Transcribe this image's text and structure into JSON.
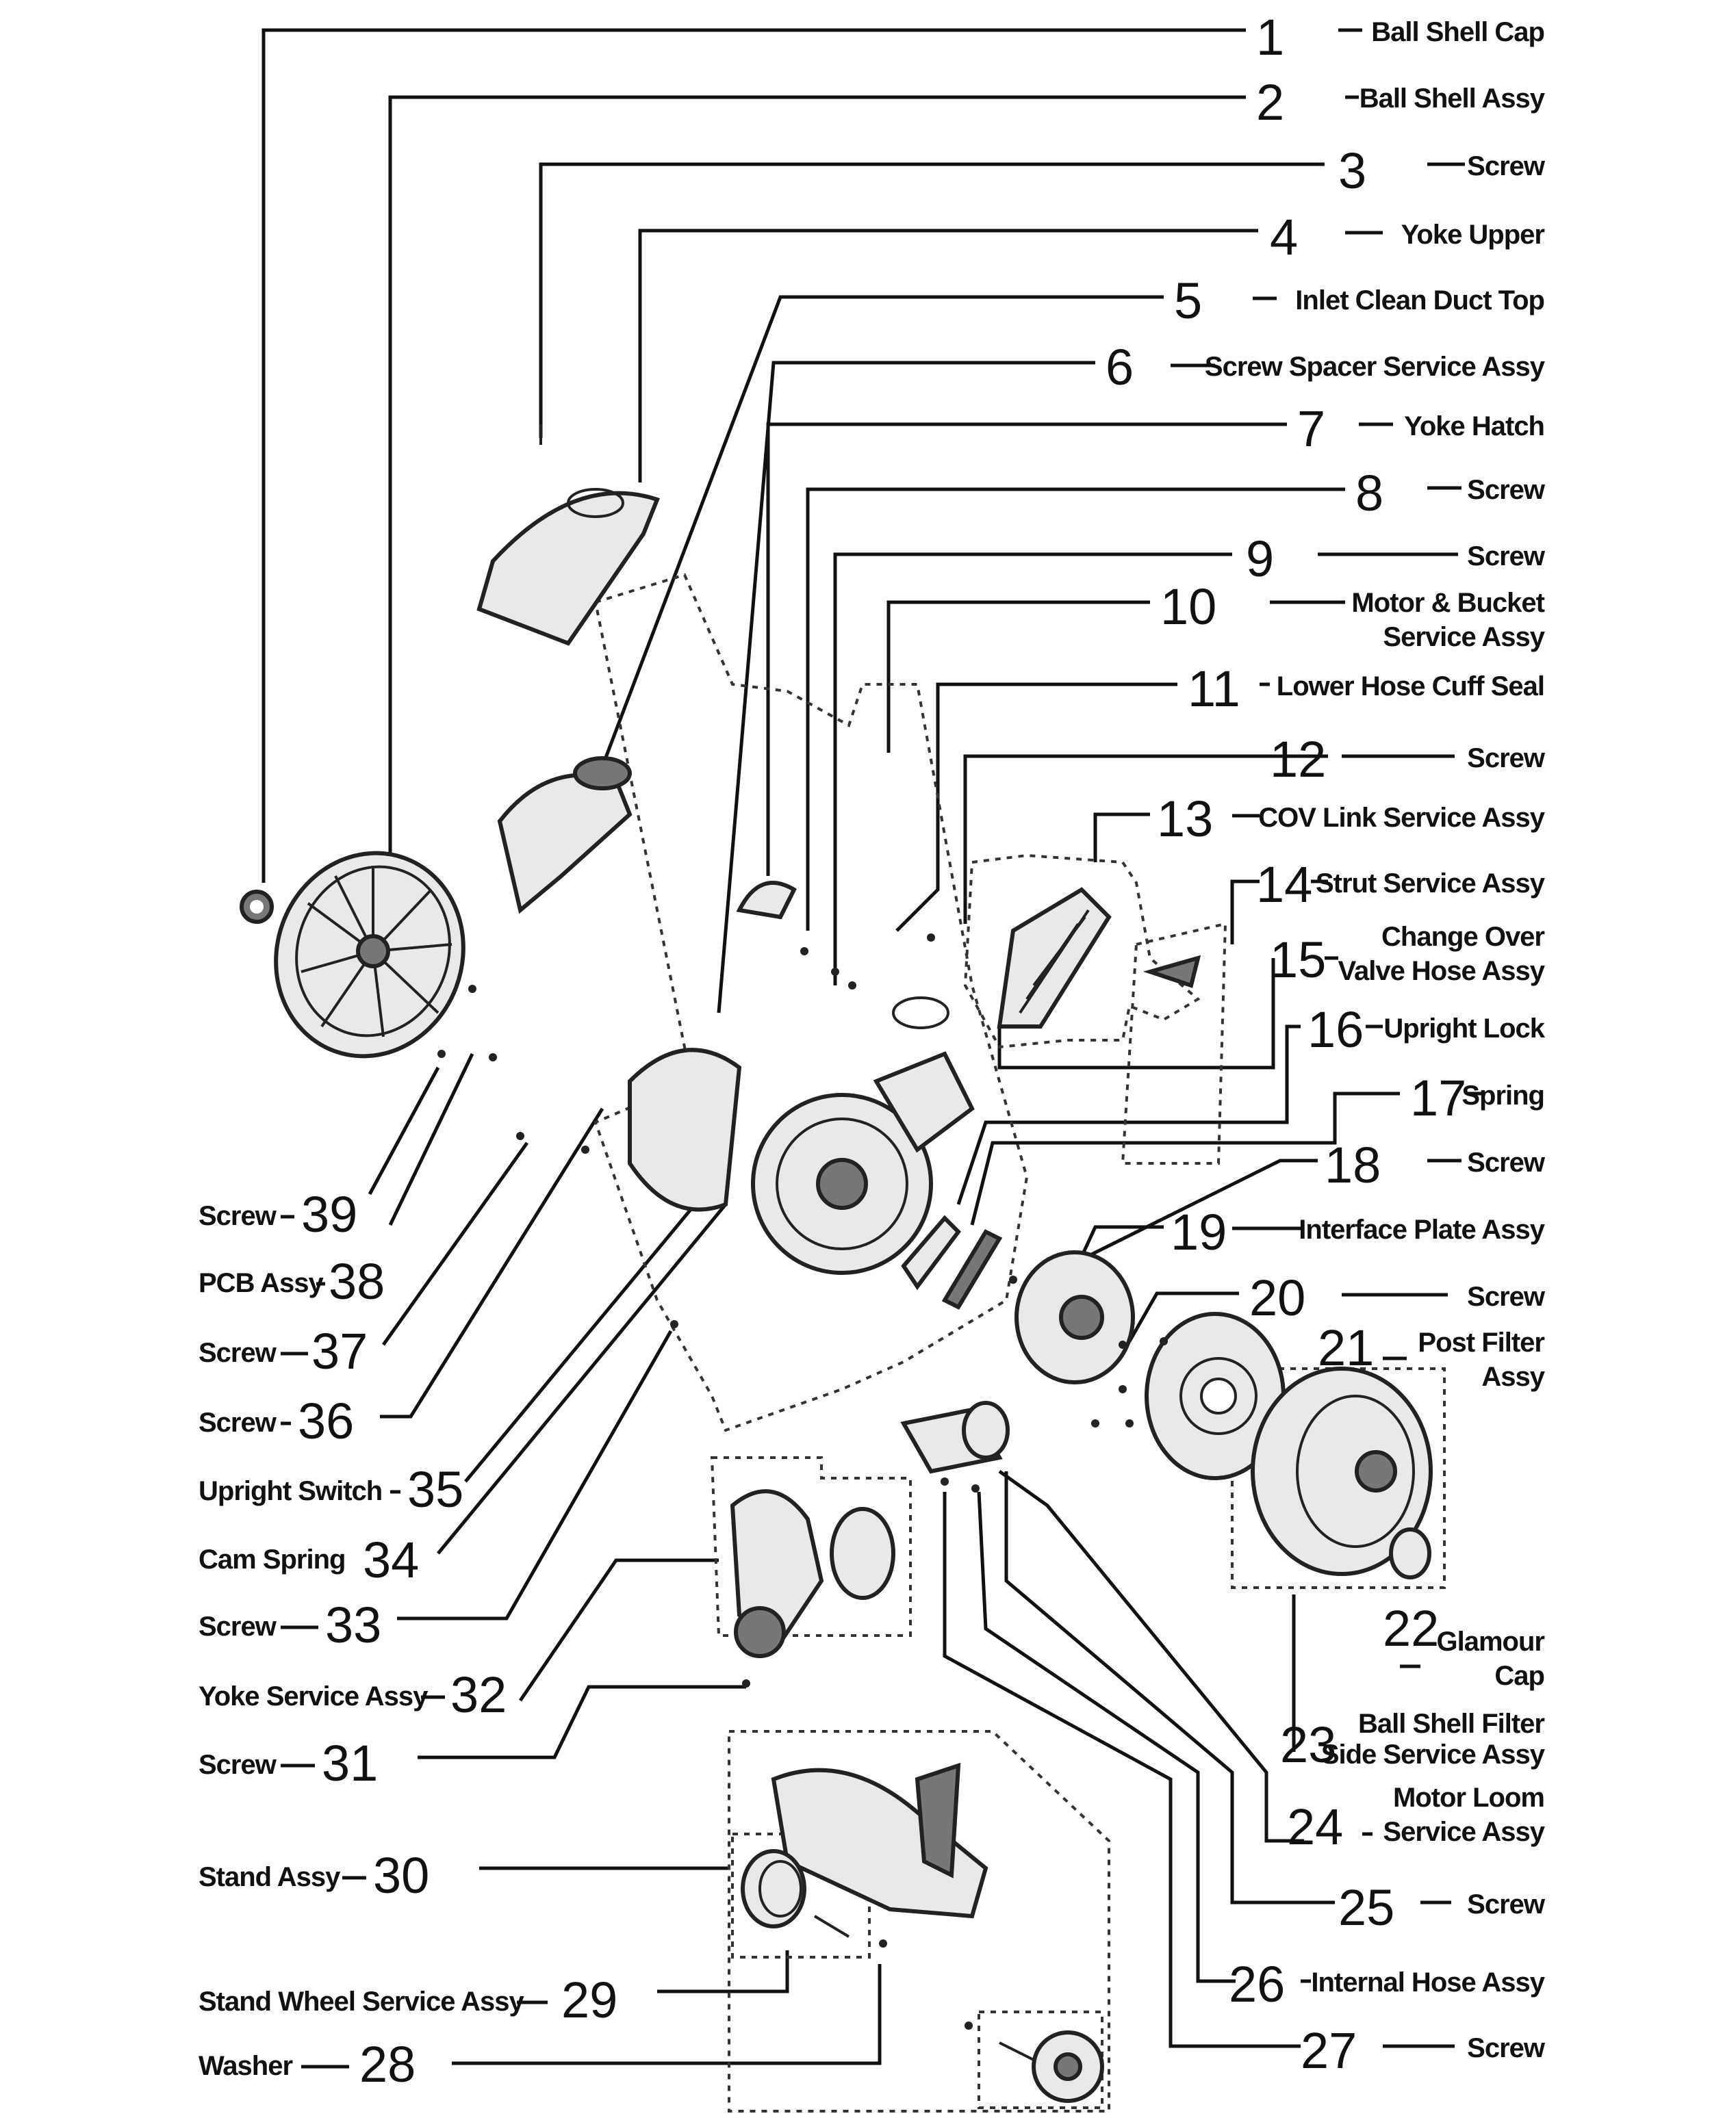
{
  "parts": [
    {
      "num": "1",
      "label": "Ball Shell Cap"
    },
    {
      "num": "2",
      "label": "Ball Shell Assy"
    },
    {
      "num": "3",
      "label": "Screw"
    },
    {
      "num": "4",
      "label": "Yoke Upper"
    },
    {
      "num": "5",
      "label": "Inlet Clean Duct Top"
    },
    {
      "num": "6",
      "label": "Screw Spacer Service Assy"
    },
    {
      "num": "7",
      "label": "Yoke Hatch"
    },
    {
      "num": "8",
      "label": "Screw"
    },
    {
      "num": "9",
      "label": "Screw"
    },
    {
      "num": "10",
      "label": [
        "Motor & Bucket",
        "Service Assy"
      ]
    },
    {
      "num": "11",
      "label": "Lower Hose Cuff Seal"
    },
    {
      "num": "12",
      "label": "Screw"
    },
    {
      "num": "13",
      "label": "COV Link Service Assy"
    },
    {
      "num": "14",
      "label": "Strut Service Assy"
    },
    {
      "num": "15",
      "label": [
        "Change Over",
        "Valve Hose Assy"
      ]
    },
    {
      "num": "16",
      "label": "Upright Lock"
    },
    {
      "num": "17",
      "label": "Spring"
    },
    {
      "num": "18",
      "label": "Screw"
    },
    {
      "num": "19",
      "label": "Interface Plate Assy"
    },
    {
      "num": "20",
      "label": "Screw"
    },
    {
      "num": "21",
      "label": [
        "Post Filter",
        "Assy"
      ]
    },
    {
      "num": "22",
      "label": [
        "Glamour",
        "Cap"
      ]
    },
    {
      "num": "23",
      "label": [
        "Ball Shell Filter",
        "Side Service Assy"
      ]
    },
    {
      "num": "24",
      "label": [
        "Motor Loom",
        "Service Assy"
      ]
    },
    {
      "num": "25",
      "label": "Screw"
    },
    {
      "num": "26",
      "label": "Internal Hose Assy"
    },
    {
      "num": "27",
      "label": "Screw"
    },
    {
      "num": "28",
      "label": "Washer"
    },
    {
      "num": "29",
      "label": "Stand Wheel Service Assy"
    },
    {
      "num": "30",
      "label": "Stand Assy"
    },
    {
      "num": "31",
      "label": "Screw"
    },
    {
      "num": "32",
      "label": "Yoke Service Assy"
    },
    {
      "num": "33",
      "label": "Screw"
    },
    {
      "num": "34",
      "label": "Cam Spring"
    },
    {
      "num": "35",
      "label": "Upright Switch"
    },
    {
      "num": "36",
      "label": "Screw"
    },
    {
      "num": "37",
      "label": "Screw"
    },
    {
      "num": "38",
      "label": "PCB Assy"
    },
    {
      "num": "39",
      "label": "Screw"
    }
  ]
}
